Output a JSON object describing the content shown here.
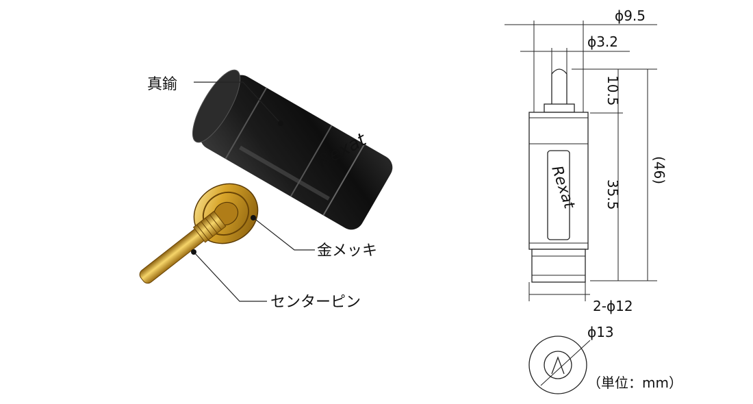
{
  "callouts": {
    "brass": "真鍮",
    "gold_plating": "金メッキ",
    "center_pin": "センターピン"
  },
  "brand": "Rexat",
  "dimensions": {
    "outer_diameter": "ϕ9.5",
    "pin_diameter": "ϕ3.2",
    "pin_length": "10.5",
    "body_length": "35.5",
    "total_length": "(46)",
    "cable_hole": "2-ϕ12",
    "end_diameter": "ϕ13"
  },
  "unit_note": "（単位：mm）"
}
